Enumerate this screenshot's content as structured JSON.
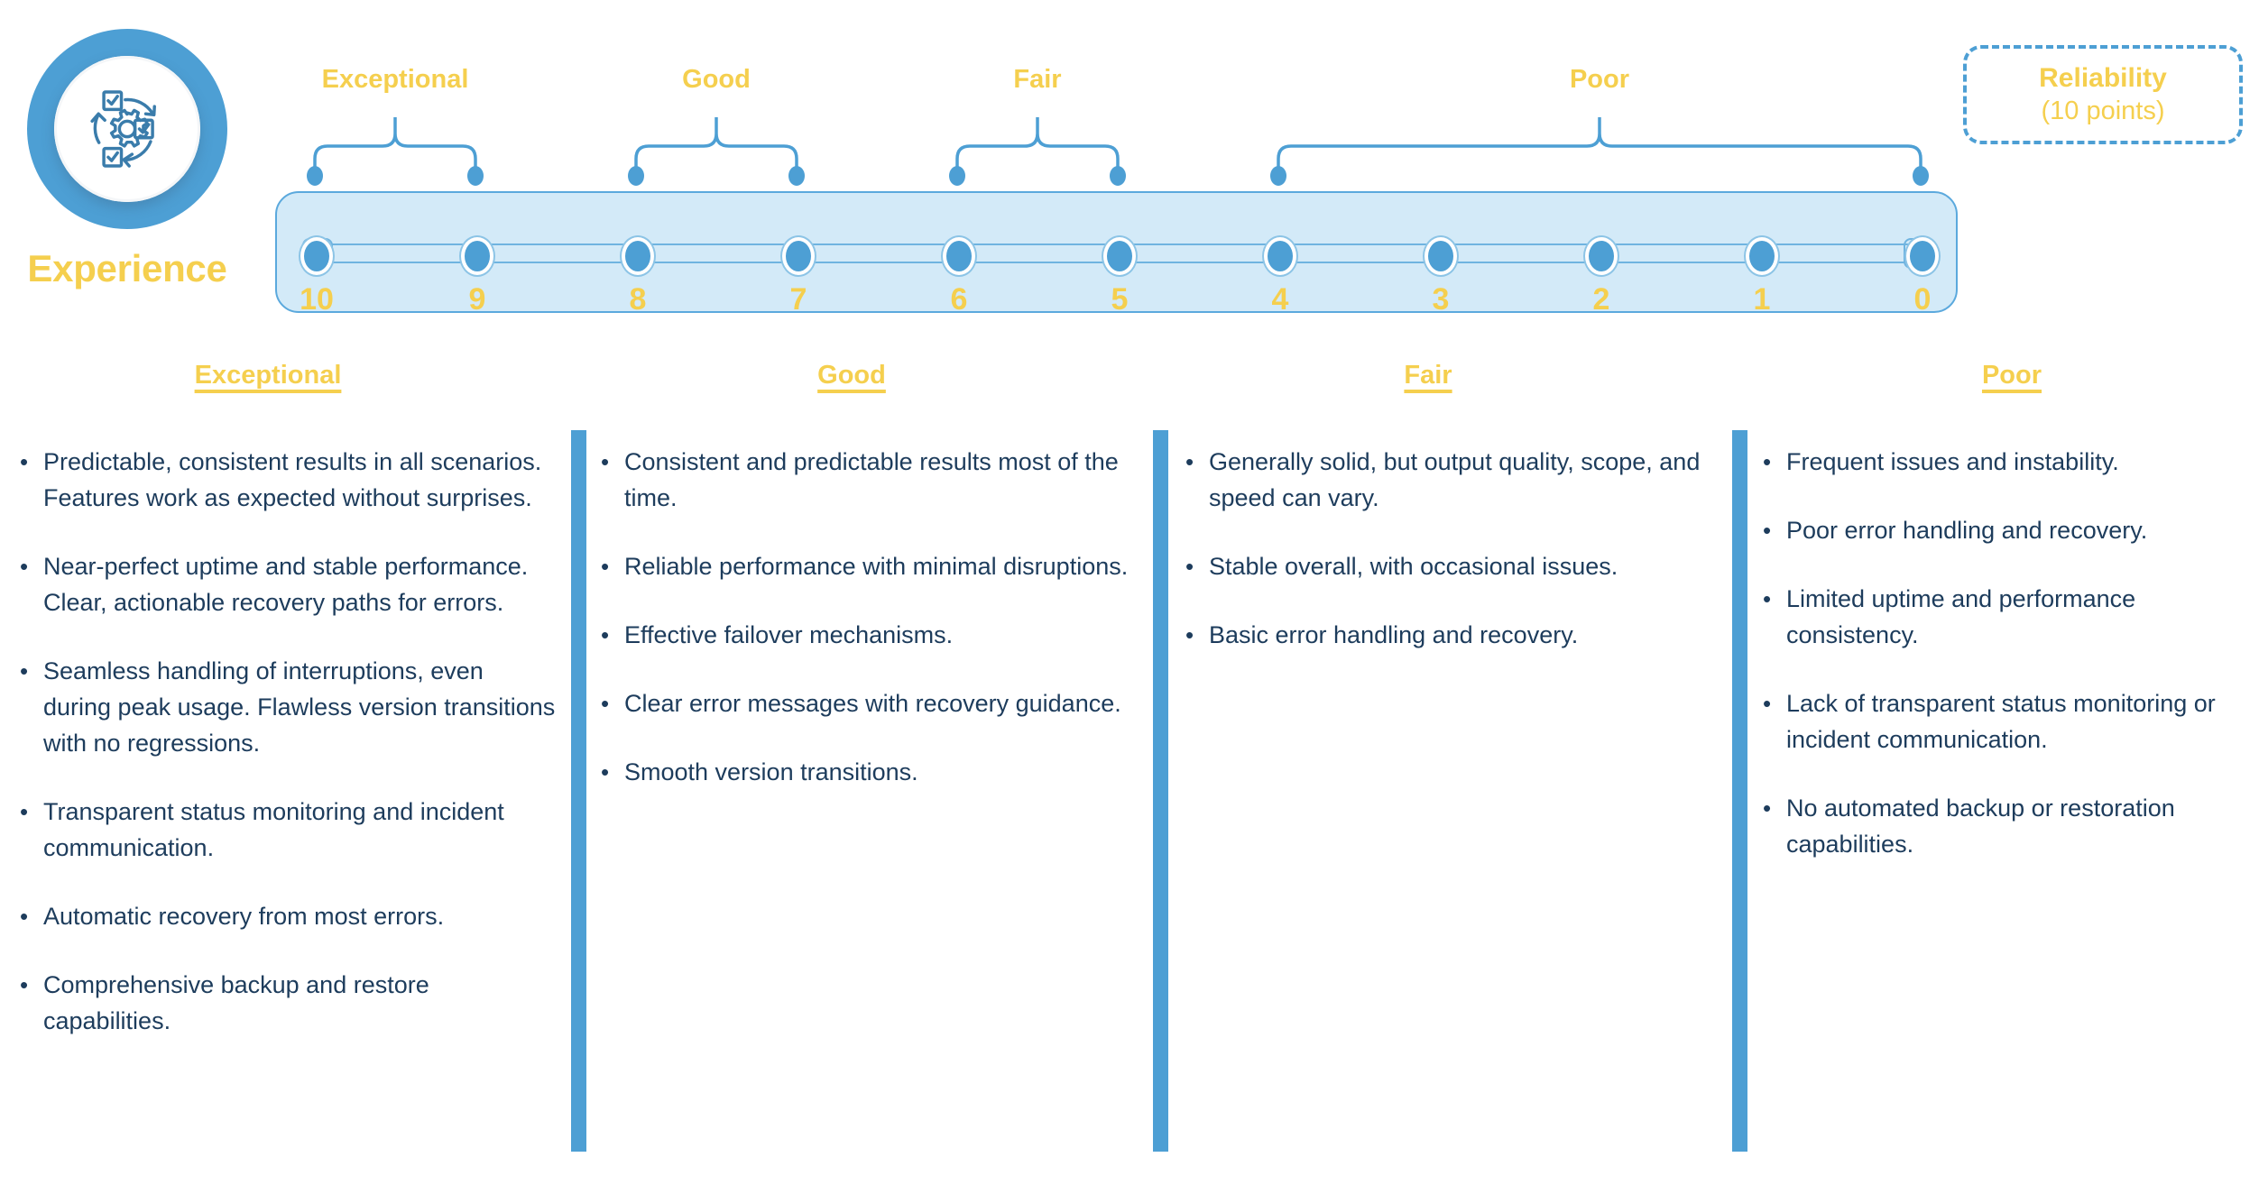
{
  "badge": {
    "label": "Experience",
    "icon": "gear-cycle-checklist-icon"
  },
  "points_badge": {
    "title": "Reliability",
    "subtitle": "(10 points)"
  },
  "scale": {
    "values": [
      "10",
      "9",
      "8",
      "7",
      "6",
      "5",
      "4",
      "3",
      "2",
      "1",
      "0"
    ],
    "groups": [
      {
        "label": "Exceptional",
        "start_index": 0,
        "end_index": 1
      },
      {
        "label": "Good",
        "start_index": 2,
        "end_index": 3
      },
      {
        "label": "Fair",
        "start_index": 4,
        "end_index": 5
      },
      {
        "label": "Poor",
        "start_index": 6,
        "end_index": 10
      }
    ]
  },
  "colors": {
    "accent_yellow": "#f5cf4e",
    "accent_blue": "#4d9fd4",
    "panel_fill": "#d3eaf8",
    "panel_border": "#5ba9dd",
    "text_navy": "#1d3c5c"
  },
  "columns": [
    {
      "header": "Exceptional",
      "bullets": [
        "Predictable, consistent results in all scenarios. Features work as expected without surprises.",
        "Near-perfect uptime and stable performance. Clear, actionable recovery paths for errors.",
        "Seamless handling of interruptions, even during peak usage. Flawless version transitions with no regressions.",
        "Transparent status monitoring and incident communication.",
        "Automatic recovery from most errors.",
        "Comprehensive backup and restore capabilities."
      ]
    },
    {
      "header": "Good",
      "bullets": [
        "Consistent and predictable results most of the time.",
        "Reliable performance with minimal disruptions.",
        "Effective failover mechanisms.",
        "Clear error messages with recovery guidance.",
        "Smooth version transitions."
      ]
    },
    {
      "header": "Fair",
      "bullets": [
        "Generally solid, but output quality, scope, and speed can vary.",
        "Stable overall, with occasional issues.",
        "Basic error handling and recovery."
      ]
    },
    {
      "header": "Poor",
      "bullets": [
        "Frequent issues and instability.",
        "Poor error handling and recovery.",
        "Limited uptime and performance consistency.",
        "Lack of transparent status monitoring or incident communication.",
        "No automated backup or restoration capabilities."
      ]
    }
  ]
}
